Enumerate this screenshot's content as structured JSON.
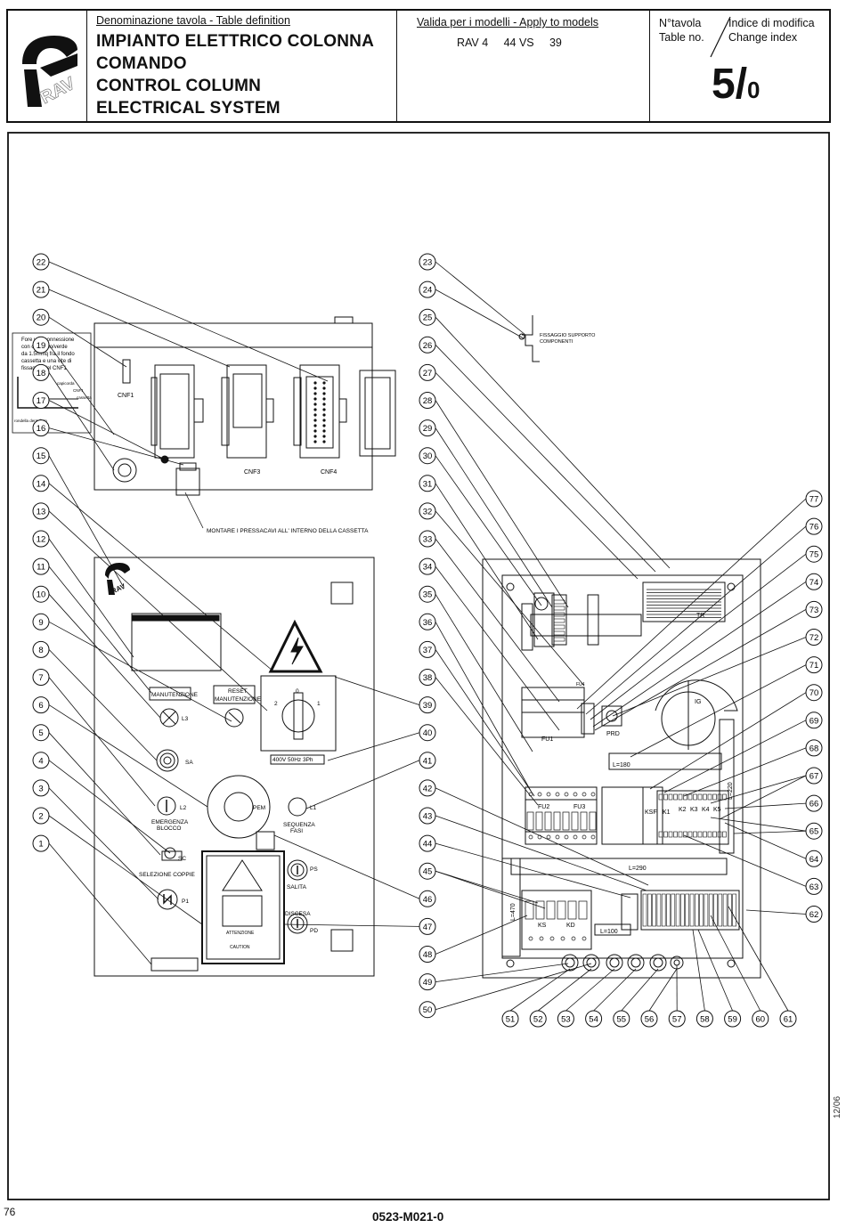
{
  "header": {
    "table_def_label": "Denominazione tavola - Table definition",
    "title_lines": [
      "IMPIANTO ELETTRICO COLONNA",
      "COMANDO",
      "CONTROL COLUMN",
      "ELECTRICAL SYSTEM"
    ],
    "models_label": "Valida per i modelli - Apply to models",
    "models": "RAV 4     44 VS     39",
    "table_no_label_it": "N°tavola",
    "table_no_label_en": "Table no.",
    "change_index_label_it": "Indice di modifica",
    "change_index_label_en": "Change index",
    "table_no": "5/",
    "change_index": "0",
    "logo_text": "RAV"
  },
  "drawing": {
    "left_callouts": [
      22,
      21,
      20,
      19,
      18,
      17,
      16,
      15,
      14,
      13,
      12,
      11,
      10,
      9,
      8,
      7,
      6,
      5,
      4,
      3,
      2,
      1
    ],
    "mid_callouts": [
      23,
      24,
      25,
      26,
      27,
      28,
      29,
      30,
      31,
      32,
      33,
      34,
      35,
      36,
      37,
      38,
      39,
      40,
      41,
      42,
      43,
      44,
      45,
      46,
      47,
      48,
      49,
      50
    ],
    "right_callouts": [
      77,
      76,
      75,
      74,
      73,
      72,
      71,
      70,
      69,
      68,
      67,
      66,
      65,
      64,
      63,
      62
    ],
    "bottom_callouts": [
      51,
      52,
      53,
      54,
      55,
      56,
      57,
      58,
      59,
      60,
      61
    ],
    "labels": {
      "note_lines": [
        "Fore una connessione",
        "con del giallo/verde",
        "da 1.5mmq fra il fondo",
        "cassetta e una vite di",
        "fissaggio del CNF1"
      ],
      "note_small": [
        "capicorda",
        "CNF1",
        "cassetta",
        "rondella dentellata"
      ],
      "cnf1": "CNF1",
      "cnf3": "CNF3",
      "cnf4": "CNF4",
      "cable_gland_note": "MONTARE I PRESSACAVI ALL' INTERNO DELLA CASSETTA",
      "fixing_note_1": "FISSAGGIO SUPPORTO",
      "fixing_note_2": "COMPONENTI",
      "manutenzione": "MANUTENZIONE",
      "reset_1": "RESET",
      "reset_2": "MANUTENZIONE",
      "l3": "L3",
      "sa": "SA",
      "l2": "L2",
      "emergenza_1": "EMERGENZA",
      "emergenza_2": "BLOCCO",
      "pem": "PEM",
      "l1": "L1",
      "sequenza_1": "SEQUENZA",
      "sequenza_2": "FASI",
      "sc": "SC",
      "selezione": "SELEZIONE COPPIE",
      "p1": "P1",
      "ps": "PS",
      "salita": "SALITA",
      "discesa": "DISCESA",
      "pd": "PD",
      "attenzione": "ATTENZIONE",
      "caution": "CAUTION",
      "supply": "400V 50Hz 3Ph",
      "sw_0": "0",
      "sw_1": "1",
      "sw_2": "2",
      "tr": "TR",
      "fu1": "FU1",
      "fu2": "FU2",
      "fu3": "FU3",
      "fu4": "FU4",
      "prd": "PRD",
      "ig": "IG",
      "ksf": "KSF",
      "k1": "K1",
      "k2": "K2",
      "k3": "K3",
      "k4": "K4",
      "k5": "K5",
      "ks": "KS",
      "kd": "KD",
      "ks_small": "KS",
      "l180": "L=180",
      "l290": "L=290",
      "l220": "L=220",
      "l470": "L=470",
      "l100": "L=100"
    }
  },
  "footer": {
    "page_number": "76",
    "doc_code": "0523-M021-0",
    "side_date": "12/06"
  }
}
